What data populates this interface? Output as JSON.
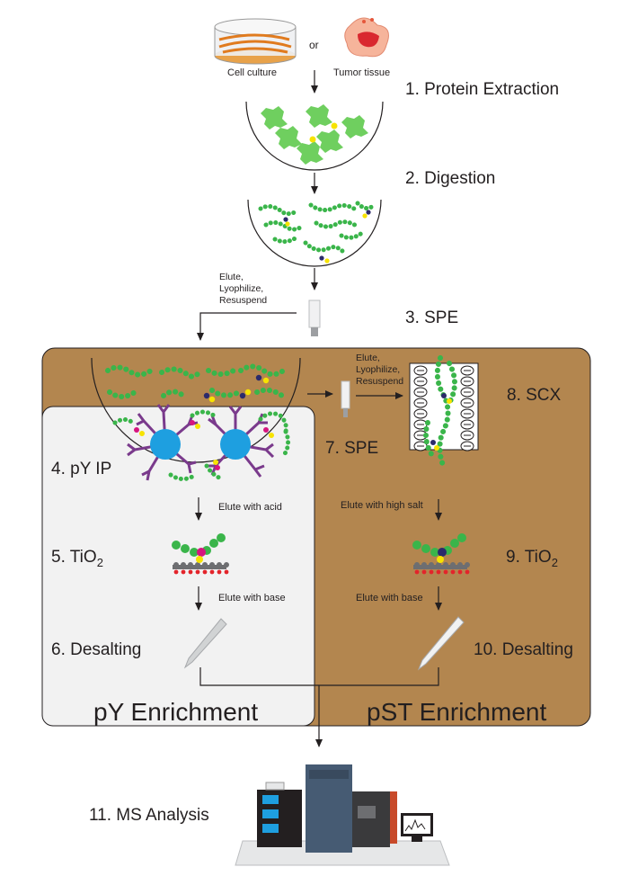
{
  "source": {
    "cell_culture": "Cell culture",
    "or": "or",
    "tumor_tissue": "Tumor tissue"
  },
  "steps": {
    "s1": "1. Protein Extraction",
    "s2": "2. Digestion",
    "s3": "3. SPE",
    "s4": "4. pY IP",
    "s5_main": "5. TiO",
    "s5_sub": "2",
    "s6": "6. Desalting",
    "s7": "7. SPE",
    "s8": "8. SCX",
    "s9_main": "9. TiO",
    "s9_sub": "2",
    "s10": "10. Desalting",
    "s11": "11. MS Analysis"
  },
  "notes": {
    "elute_lyophilize_1": "Elute,\nLyophilize,\nResuspend",
    "elute_lyophilize_2": "Elute,\nLyophilize,\nResuspend",
    "elute_acid": "Elute with acid",
    "elute_high_salt": "Elute with high salt",
    "elute_base_left": "Elute with base",
    "elute_base_right": "Elute with base"
  },
  "panels": {
    "py_title": "pY Enrichment",
    "pst_title": "pST Enrichment"
  },
  "colors": {
    "brown_panel": "#b3864f",
    "grey_panel": "#f2f2f2",
    "peptide_green": "#3ab54a",
    "phospho_yellow": "#f7e300",
    "phospho_navy": "#2b2a6b",
    "antibody_purple": "#7a3a8c",
    "bead_blue": "#1e9fe0",
    "magenta": "#d6157f",
    "tio2_grey": "#6d6e71",
    "tio2_red": "#e3242b"
  }
}
